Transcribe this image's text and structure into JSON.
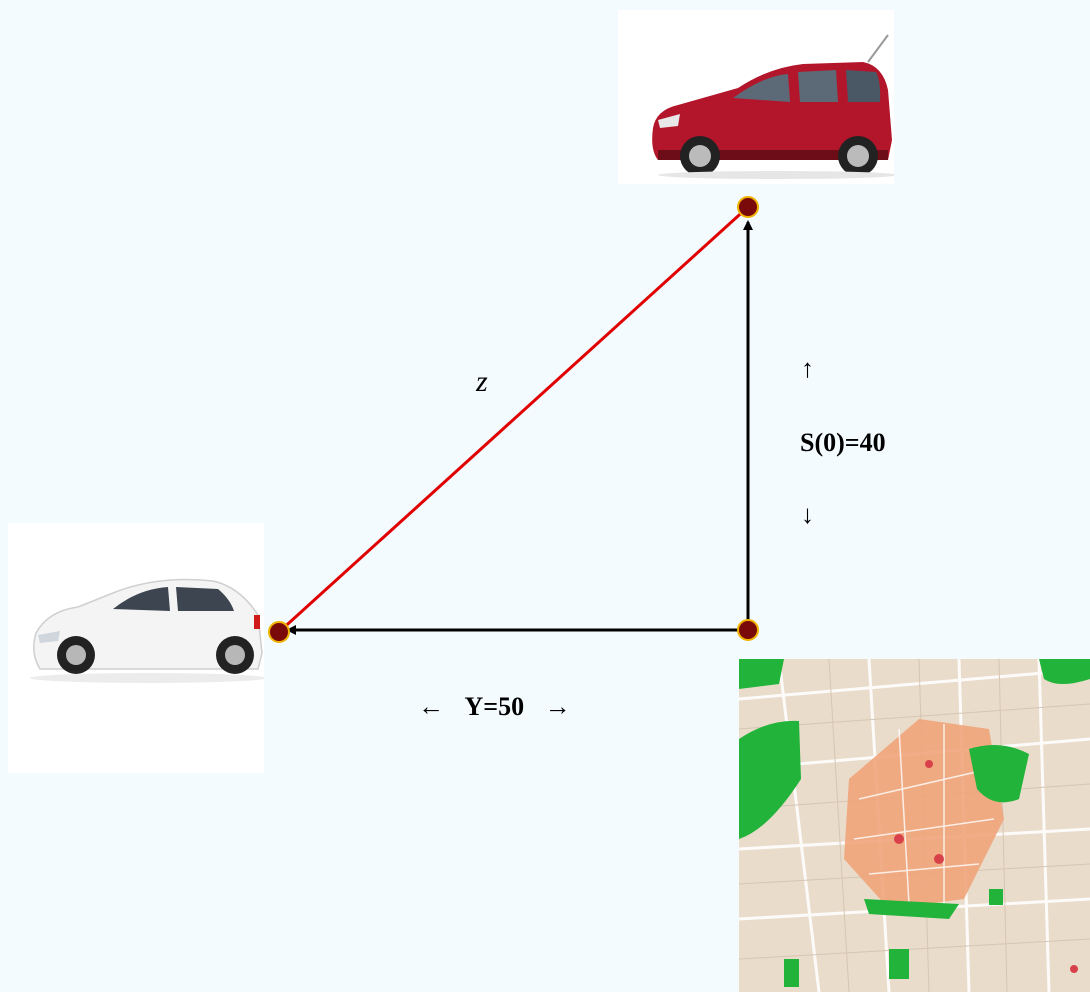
{
  "labels": {
    "hypotenuse": "z",
    "vertical": "S(0)=40",
    "horizontal": "Y=50",
    "up_arrow": "↑",
    "down_arrow": "↓",
    "left_arrow": "←",
    "right_arrow": "→"
  },
  "images": {
    "top_car": "red-car",
    "left_car": "white-car",
    "map": "city-map"
  },
  "colors": {
    "background": "#f3fbff",
    "hypotenuse_line": "#e00000",
    "leg_lines": "#000000",
    "vertex_fill": "#7a0a0a",
    "vertex_stroke": "#f0b400",
    "red_car": "#b3162a",
    "map_park": "#22b33a",
    "map_old_town": "#f0a47a"
  }
}
